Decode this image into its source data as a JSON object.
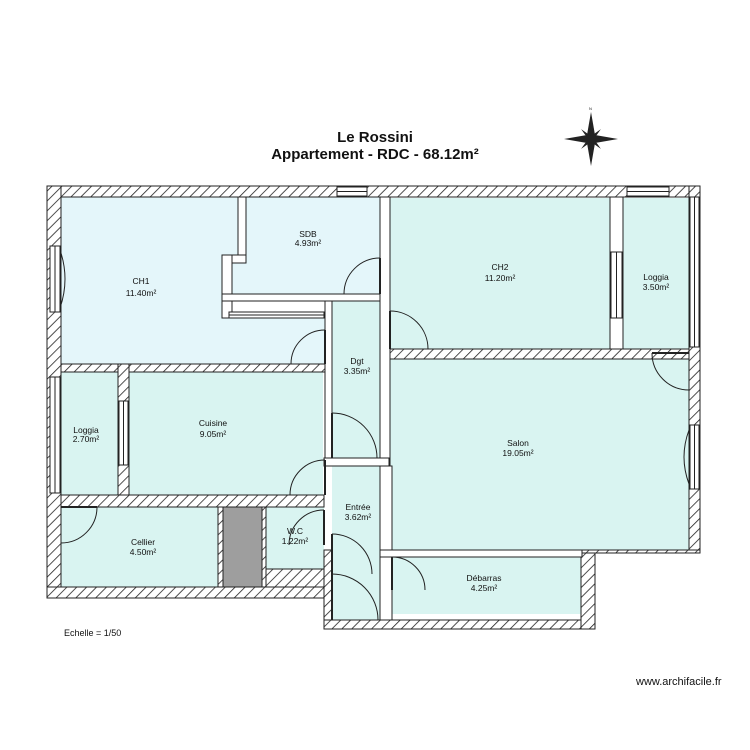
{
  "title": {
    "line1": "Le Rossini",
    "line2": "Appartement - RDC - 68.12m²"
  },
  "compass": {
    "icon": "north-arrow-icon",
    "label": "N"
  },
  "rooms": [
    {
      "id": "ch1",
      "name": "CH1",
      "area": "11.40m²"
    },
    {
      "id": "sdb",
      "name": "SDB",
      "area": "4.93m²"
    },
    {
      "id": "ch2",
      "name": "CH2",
      "area": "11.20m²"
    },
    {
      "id": "loggia-right",
      "name": "Loggia",
      "area": "3.50m²"
    },
    {
      "id": "dgt",
      "name": "Dgt",
      "area": "3.35m²"
    },
    {
      "id": "loggia-left",
      "name": "Loggia",
      "area": "2.70m²"
    },
    {
      "id": "cuisine",
      "name": "Cuisine",
      "area": "9.05m²"
    },
    {
      "id": "salon",
      "name": "Salon",
      "area": "19.05m²"
    },
    {
      "id": "entree",
      "name": "Entrée",
      "area": "3.62m²"
    },
    {
      "id": "wc",
      "name": "W.C",
      "area": "1.22m²"
    },
    {
      "id": "cellier",
      "name": "Cellier",
      "area": "4.50m²"
    },
    {
      "id": "debarras",
      "name": "Débarras",
      "area": "4.25m²"
    }
  ],
  "scale_text": "Echelle = 1/50",
  "site": "www.archifacile.fr",
  "colors": {
    "floor": "#d9f4f1",
    "floor_light": "#e4f6fa",
    "wall_line": "#222222",
    "duct": "#9e9e9e"
  }
}
